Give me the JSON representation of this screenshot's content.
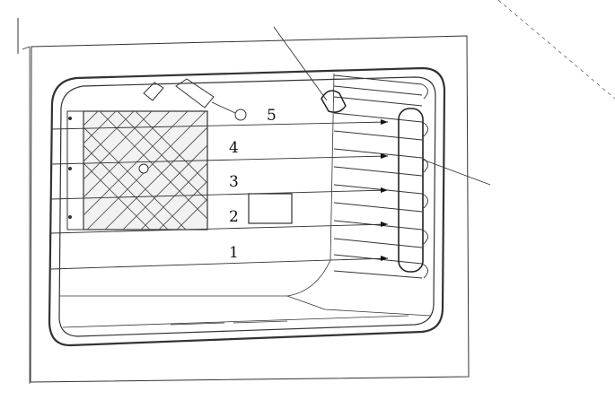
{
  "diagram": {
    "type": "oven-interior-shelf-positions",
    "colors": {
      "line": "#333333",
      "grid_fill": "#f2f2f2",
      "background": "#ffffff"
    },
    "shelf_levels": [
      "5",
      "4",
      "3",
      "2",
      "1"
    ]
  }
}
